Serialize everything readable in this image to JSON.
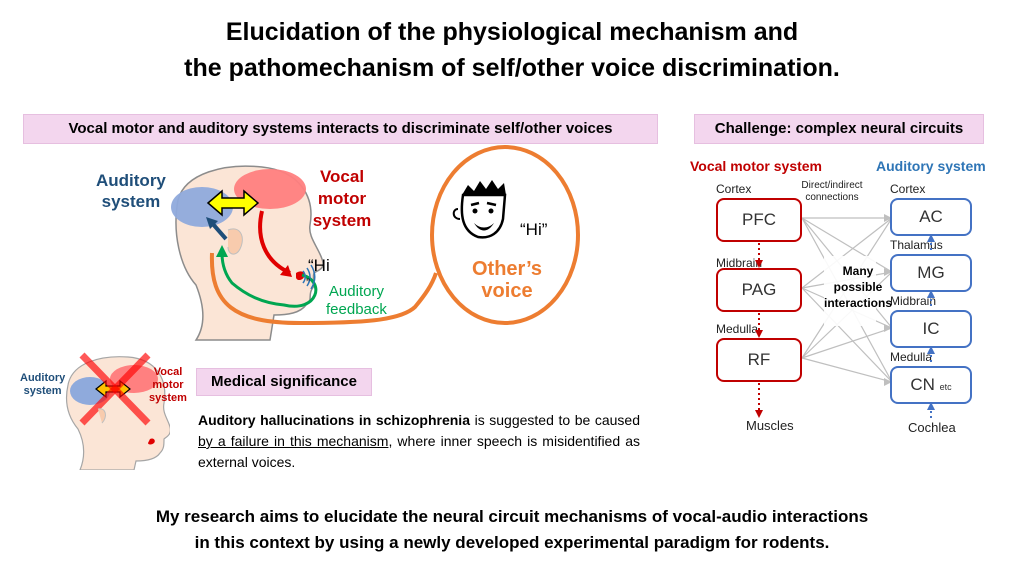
{
  "title": {
    "line1": "Elucidation of the physiological mechanism and",
    "line2": "the pathomechanism of self/other voice discrimination."
  },
  "left_header": "Vocal motor and auditory systems interacts to discriminate self/other voices",
  "right_header": "Challenge: complex neural circuits",
  "head_diagram": {
    "auditory_system": [
      "Auditory",
      "system"
    ],
    "vocal_motor_system": [
      "Vocal",
      "motor",
      "system"
    ],
    "hi_self": "“Hi",
    "hi_self_close": "”",
    "auditory_feedback": [
      "Auditory",
      "feedback"
    ],
    "hi_other": "“Hi”",
    "others_voice": [
      "Other’s",
      "voice"
    ]
  },
  "medical": {
    "header": "Medical significance",
    "small_auditory": [
      "Auditory",
      "system"
    ],
    "small_vocal": [
      "Vocal",
      "motor",
      "system"
    ],
    "bold_part": "Auditory hallucinations in schizophrenia",
    "part1": " is suggested to be caused ",
    "underlined": "by a failure in this mechanism",
    "part2": ", where inner speech is misidentified as external voices."
  },
  "circuit": {
    "vocal_title": "Vocal motor system",
    "auditory_title": "Auditory system",
    "direct_indirect": [
      "Direct/indirect",
      "connections"
    ],
    "many": [
      "Many",
      "possible",
      "interactions"
    ],
    "vocal_nodes": [
      {
        "region": "Cortex",
        "label": "PFC"
      },
      {
        "region": "Midbrain",
        "label": "PAG"
      },
      {
        "region": "Medulla",
        "label": "RF"
      }
    ],
    "vocal_output": "Muscles",
    "auditory_nodes": [
      {
        "region": "Cortex",
        "label": "AC"
      },
      {
        "region": "Thalamus",
        "label": "MG"
      },
      {
        "region": "Midbrain",
        "label": "IC"
      },
      {
        "region": "Medulla",
        "label": "CN",
        "suffix": "etc"
      }
    ],
    "auditory_input": "Cochlea"
  },
  "bottom": {
    "line1": "My research aims to elucidate the neural circuit mechanisms of vocal-audio interactions",
    "line2": "in this context by using a newly developed experimental paradigm for rodents."
  }
}
